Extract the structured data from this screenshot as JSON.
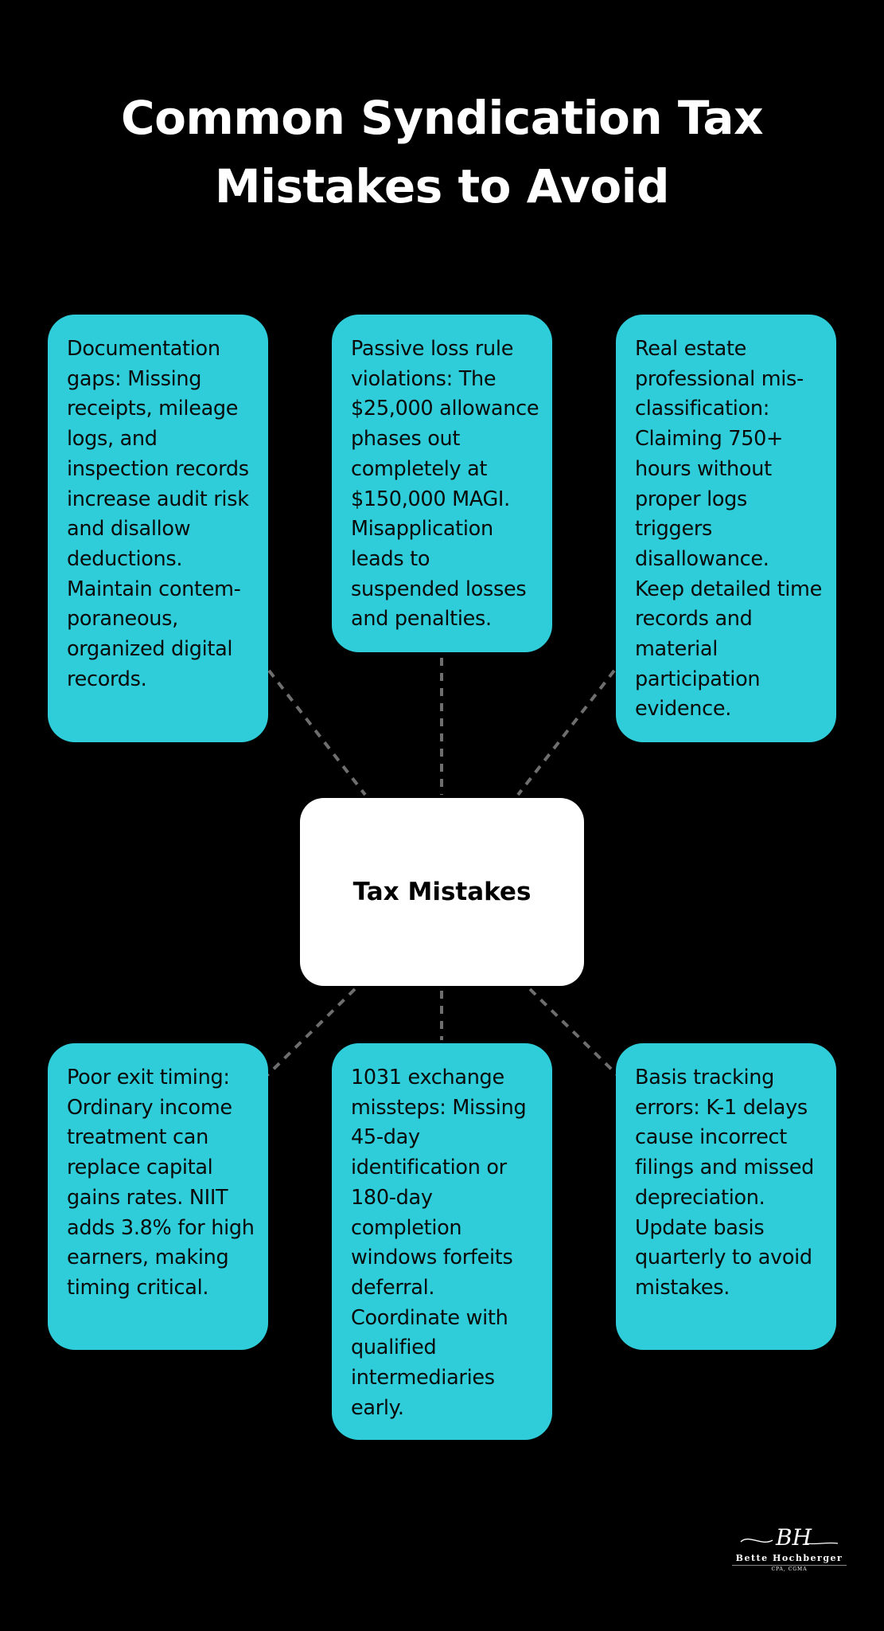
{
  "title": {
    "line1": "Common Syndication Tax",
    "line2": "Mistakes to Avoid"
  },
  "center": {
    "label": "Tax Mistakes"
  },
  "colors": {
    "background": "#000000",
    "card": "#2ECDD9",
    "center_box": "#FFFFFF",
    "connector": "#6E6E6E",
    "text_dark": "#0A0A0A",
    "text_light": "#FFFFFF"
  },
  "cards": [
    {
      "position": "top-left",
      "text": "Documentation gaps: Missing receipts, mileage logs, and inspection records increase audit risk and disallow deductions. Maintain contem-poraneous, organized digital records."
    },
    {
      "position": "top-center",
      "text": "Passive loss rule violations: The $25,000 allowance phases out completely at $150,000 MAGI. Misapplication leads to suspended losses and penalties."
    },
    {
      "position": "top-right",
      "text": "Real estate professional mis-classification: Claiming 750+ hours without proper logs triggers disallowance. Keep detailed time records and material participation evidence."
    },
    {
      "position": "bottom-left",
      "text": "Poor exit timing: Ordinary income treatment can replace capital gains rates. NIIT adds 3.8% for high earners, making timing critical."
    },
    {
      "position": "bottom-center",
      "text": "1031 exchange missteps: Missing 45-day identification or 180-day completion windows forfeits deferral. Coordinate with qualified intermediaries early."
    },
    {
      "position": "bottom-right",
      "text": "Basis tracking errors: K-1 delays cause incorrect filings and missed depreciation. Update basis quarterly to avoid mistakes."
    }
  ],
  "logo": {
    "monogram": "BH",
    "name": "Bette Hochberger",
    "credentials": "CPA, CGMA",
    "icon": "signature-logo-icon"
  }
}
